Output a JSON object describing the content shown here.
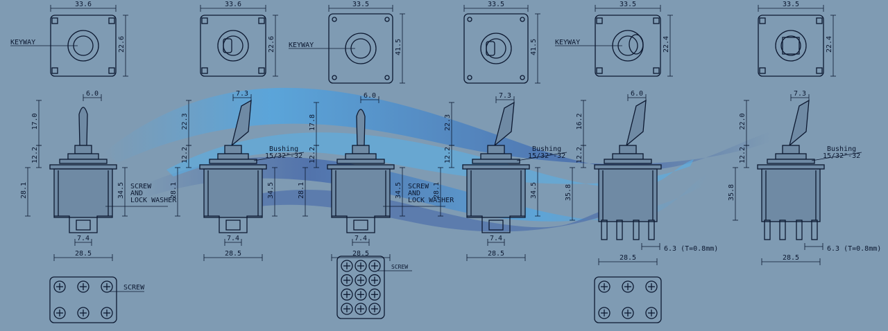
{
  "colors": {
    "background": "#7f9bb3",
    "ink": "#0c1830",
    "wave_dark": "#3f62a8",
    "wave_light": "#4fa8e6"
  },
  "switches": [
    {
      "top_width": "33.6",
      "top_height": "22.6",
      "keyway": "KEYWAY",
      "lever_tip": "6.0",
      "lever_height": "17.0",
      "bushing_height": "12.2",
      "body_height": "28.1",
      "mount_height": "34.5",
      "note": "SCREW\nAND\nLOCK WASHER",
      "terminal_width": "7.4",
      "base_width": "28.5",
      "terminal_label": "SCREW",
      "bushing_label": "",
      "bushing_thread": "",
      "blade": ""
    },
    {
      "top_width": "33.6",
      "top_height": "22.6",
      "keyway": "",
      "lever_tip": "7.3",
      "lever_height": "22.3",
      "bushing_height": "12.2",
      "body_height": "28.1",
      "mount_height": "34.5",
      "note": "",
      "terminal_width": "7.4",
      "base_width": "28.5",
      "terminal_label": "",
      "bushing_label": "Bushing",
      "bushing_thread": "15/32\"-32",
      "blade": ""
    },
    {
      "top_width": "33.5",
      "top_height": "41.5",
      "keyway": "KEYWAY",
      "lever_tip": "6.0",
      "lever_height": "17.8",
      "bushing_height": "12.2",
      "body_height": "28.1",
      "mount_height": "34.5",
      "note": "SCREW\nAND\nLOCK WASHER",
      "terminal_width": "7.4",
      "base_width": "28.5",
      "terminal_label": "SCREW",
      "bushing_label": "",
      "bushing_thread": "",
      "blade": ""
    },
    {
      "top_width": "33.5",
      "top_height": "41.5",
      "keyway": "",
      "lever_tip": "7.3",
      "lever_height": "22.3",
      "bushing_height": "12.2",
      "body_height": "28.1",
      "mount_height": "34.5",
      "note": "",
      "terminal_width": "7.4",
      "base_width": "28.5",
      "terminal_label": "",
      "bushing_label": "Bushing",
      "bushing_thread": "15/32\"-32",
      "blade": ""
    },
    {
      "top_width": "33.5",
      "top_height": "22.4",
      "keyway": "KEYWAY",
      "lever_tip": "6.0",
      "lever_height": "16.2",
      "bushing_height": "12.2",
      "body_height": "35.8",
      "mount_height": "",
      "note": "",
      "terminal_width": "",
      "base_width": "28.5",
      "terminal_label": "",
      "bushing_label": "",
      "bushing_thread": "",
      "blade": "6.3 (T=0.8mm)"
    },
    {
      "top_width": "33.5",
      "top_height": "22.4",
      "keyway": "",
      "lever_tip": "7.3",
      "lever_height": "22.0",
      "bushing_height": "12.2",
      "body_height": "35.8",
      "mount_height": "",
      "note": "",
      "terminal_width": "",
      "base_width": "28.5",
      "terminal_label": "",
      "bushing_label": "Bushing",
      "bushing_thread": "15/32\"-32",
      "blade": "6.3 (T=0.8mm)"
    }
  ]
}
